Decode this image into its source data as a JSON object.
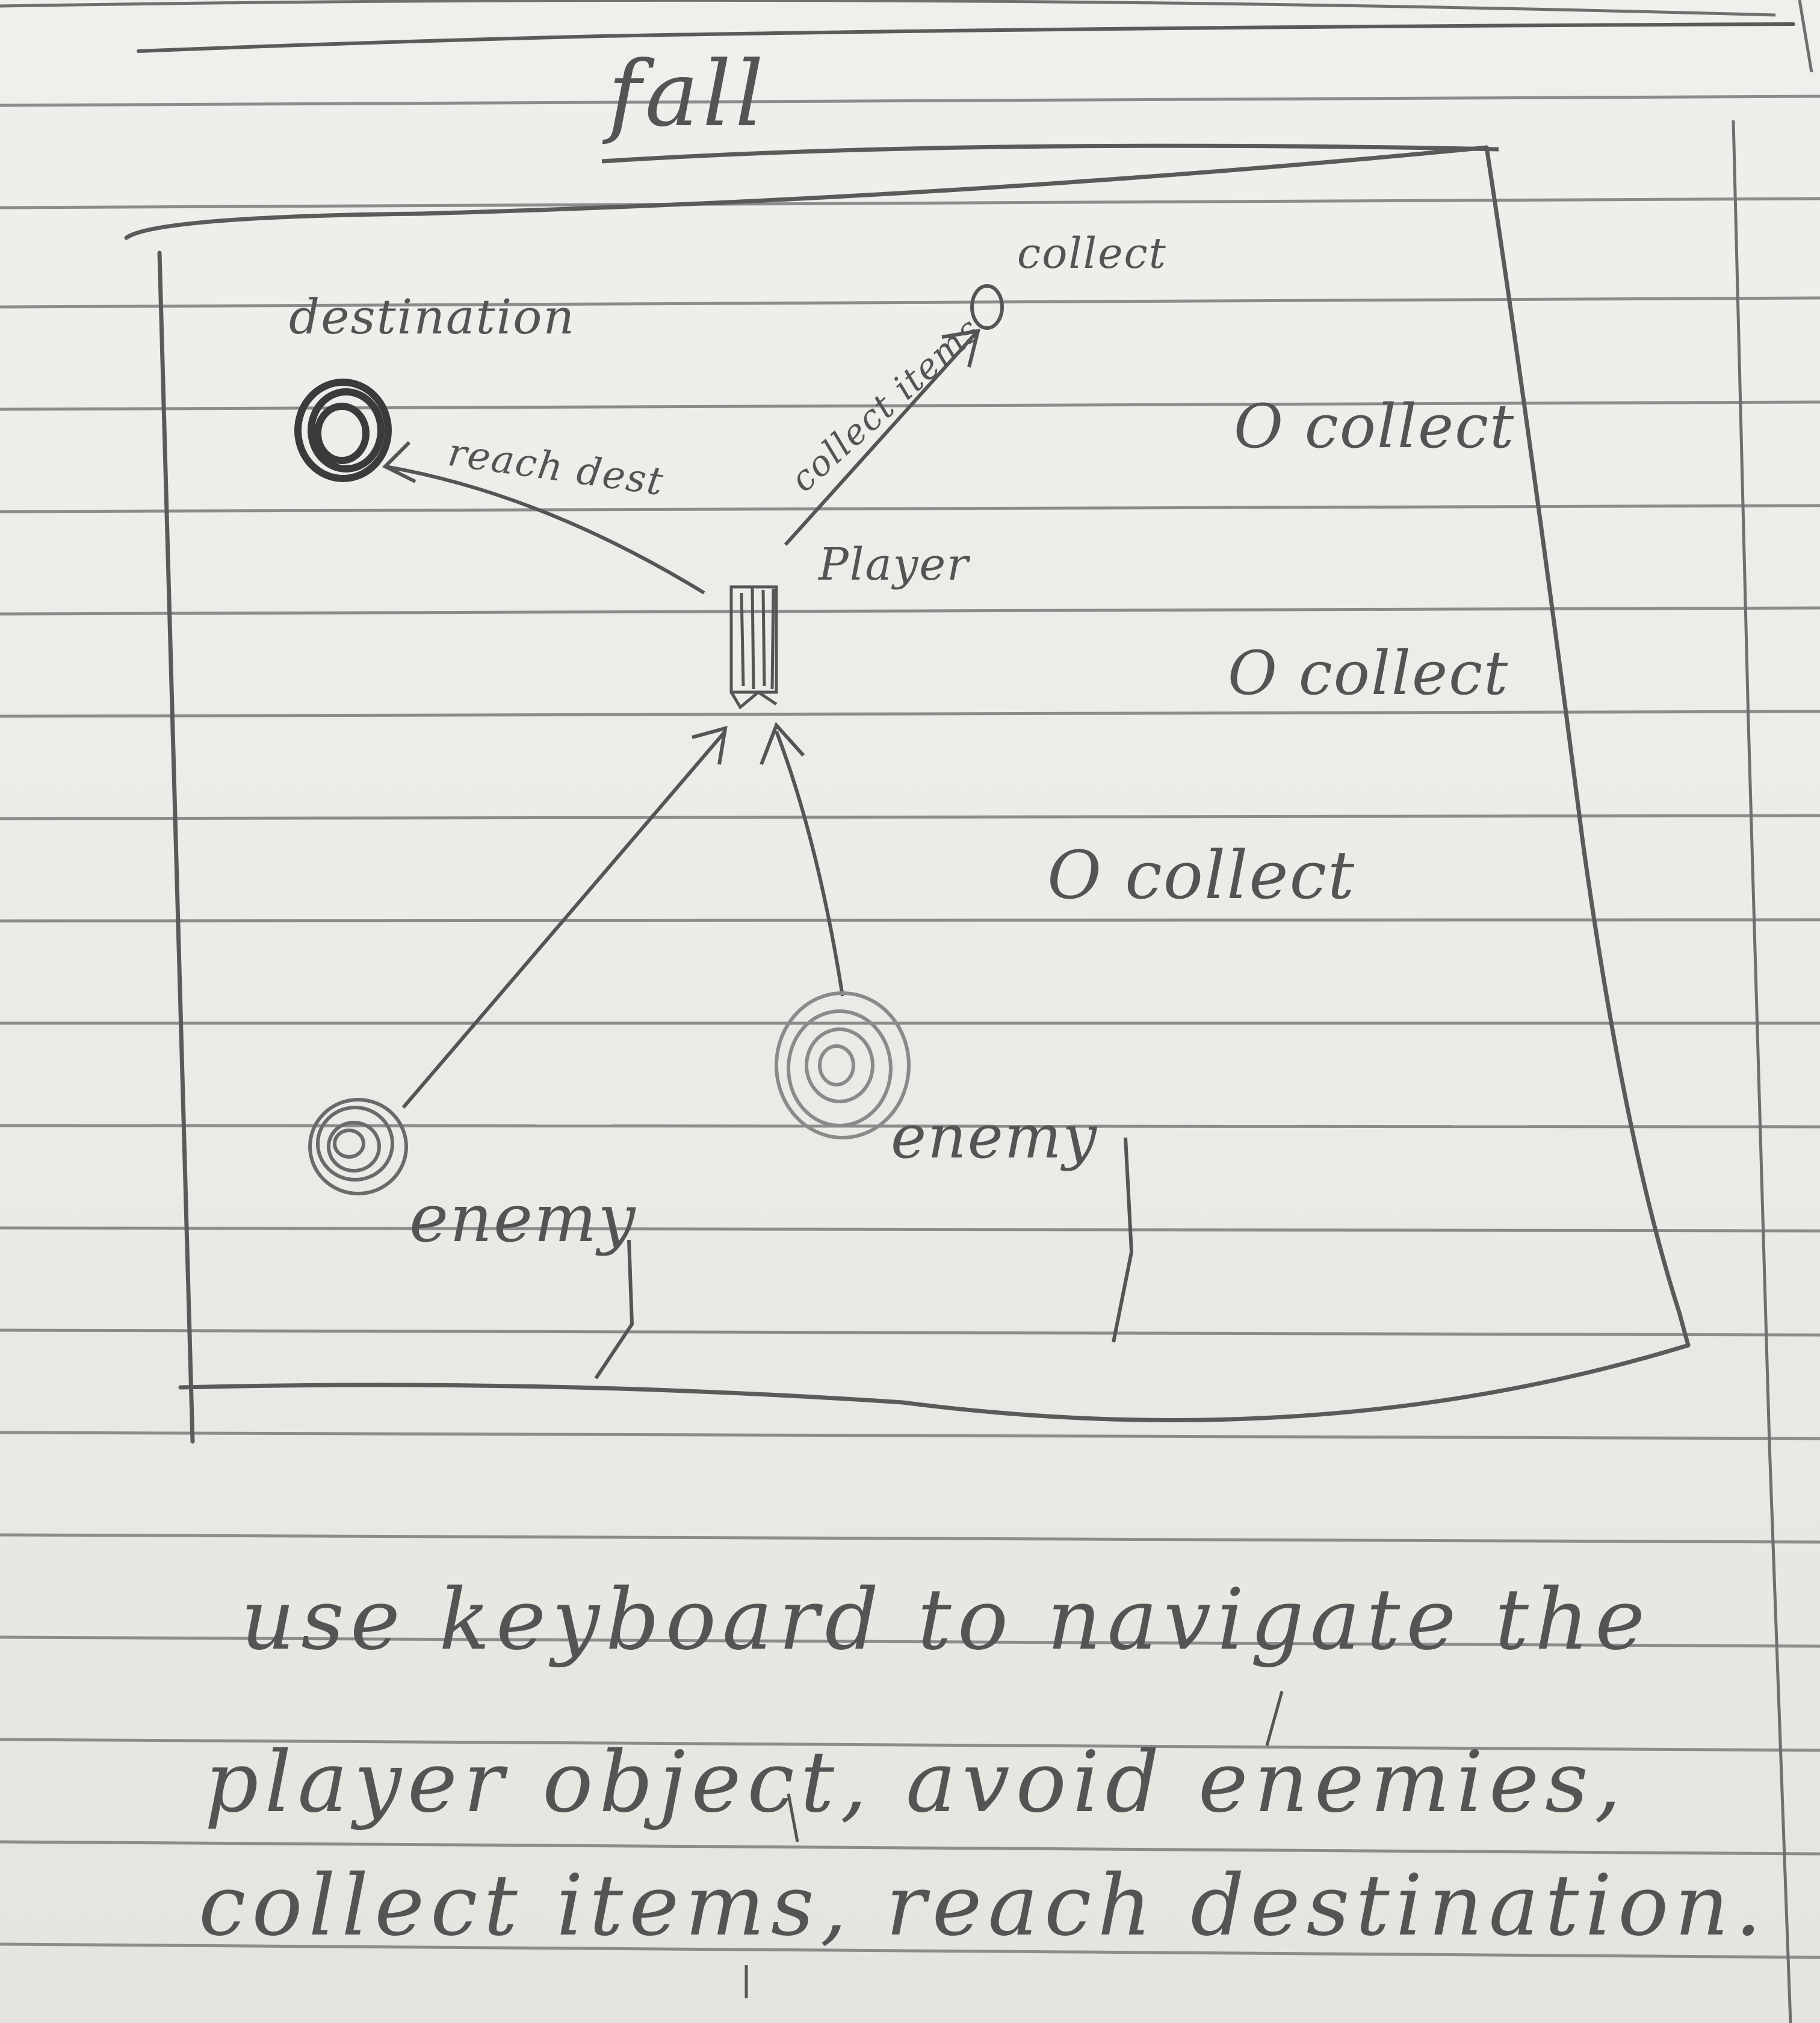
{
  "sketch": {
    "title": "fall",
    "labels": {
      "destination": "destination",
      "collect_target": "collect",
      "player": "Player",
      "reach_dest": "reach dest",
      "collect_items": "collect items",
      "enemy_left": "enemy",
      "enemy_right": "enemy",
      "collect_1": "O collect",
      "collect_2": "O collect",
      "collect_3": "O collect"
    },
    "instructions": {
      "line1": "use keyboard to navigate the",
      "line2": "player object, avoid enemies,",
      "line3": "collect items, reach destination."
    },
    "colors": {
      "pencil": "#555555",
      "paper": "#eeede9",
      "ruled_line": "#8a8a8a"
    }
  }
}
